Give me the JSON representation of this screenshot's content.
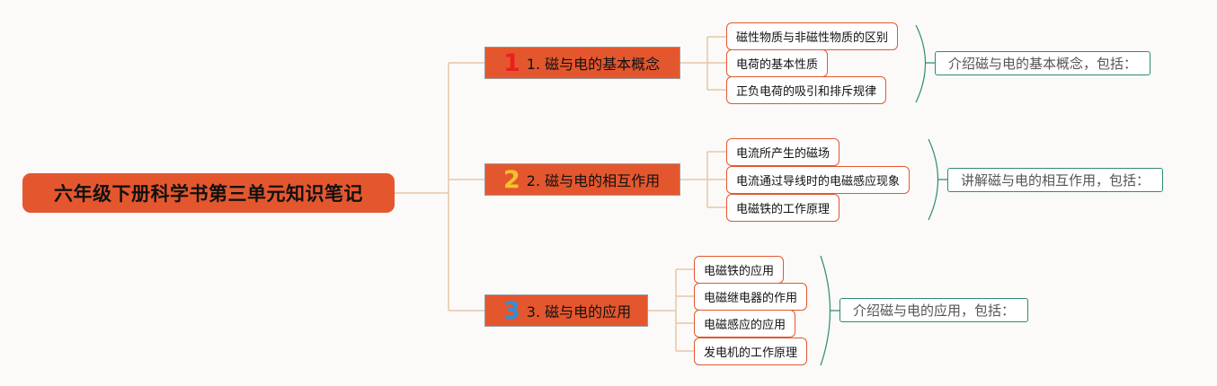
{
  "root": {
    "title": "六年级下册科学书第三单元知识笔记"
  },
  "branches": [
    {
      "number": "1",
      "number_color": "#e82020",
      "label": "1. 磁与电的基本概念",
      "items": [
        "磁性物质与非磁性物质的区别",
        "电荷的基本性质",
        "正负电荷的吸引和排斥规律"
      ],
      "summary": "介绍磁与电的基本概念，包括："
    },
    {
      "number": "2",
      "number_color": "#f5c22b",
      "label": "2. 磁与电的相互作用",
      "items": [
        "电流所产生的磁场",
        "电流通过导线时的电磁感应现象",
        "电磁铁的工作原理"
      ],
      "summary": "讲解磁与电的相互作用，包括："
    },
    {
      "number": "3",
      "number_color": "#2f8fd8",
      "label": "3. 磁与电的应用",
      "items": [
        "电磁铁的应用",
        "电磁继电器的作用",
        "电磁感应的应用",
        "发电机的工作原理"
      ],
      "summary": "介绍磁与电的应用，包括："
    }
  ],
  "colors": {
    "node_fill": "#e4572e",
    "leaf_border": "#e4572e",
    "connector": "#e8c6a8",
    "summary_bracket": "#2e8b74"
  }
}
